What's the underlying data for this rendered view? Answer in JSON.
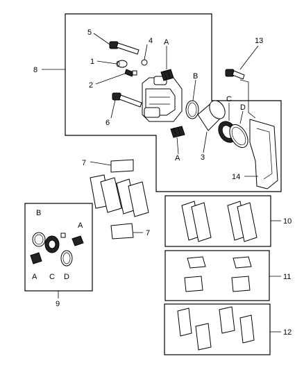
{
  "callouts": {
    "n1": "1",
    "n2": "2",
    "n3": "3",
    "n4": "4",
    "n5": "5",
    "n6": "6",
    "n7a": "7",
    "n7b": "7",
    "n8": "8",
    "n9": "9",
    "n10": "10",
    "n11": "11",
    "n12": "12",
    "n13": "13",
    "n14": "14"
  },
  "letters": {
    "a_top": "A",
    "a_mid": "A",
    "b_main": "B",
    "c_main": "C",
    "d_main": "D",
    "b_kit": "B",
    "a_kit_top": "A",
    "a_kit_bottom": "A",
    "c_kit": "C",
    "d_kit": "D"
  }
}
